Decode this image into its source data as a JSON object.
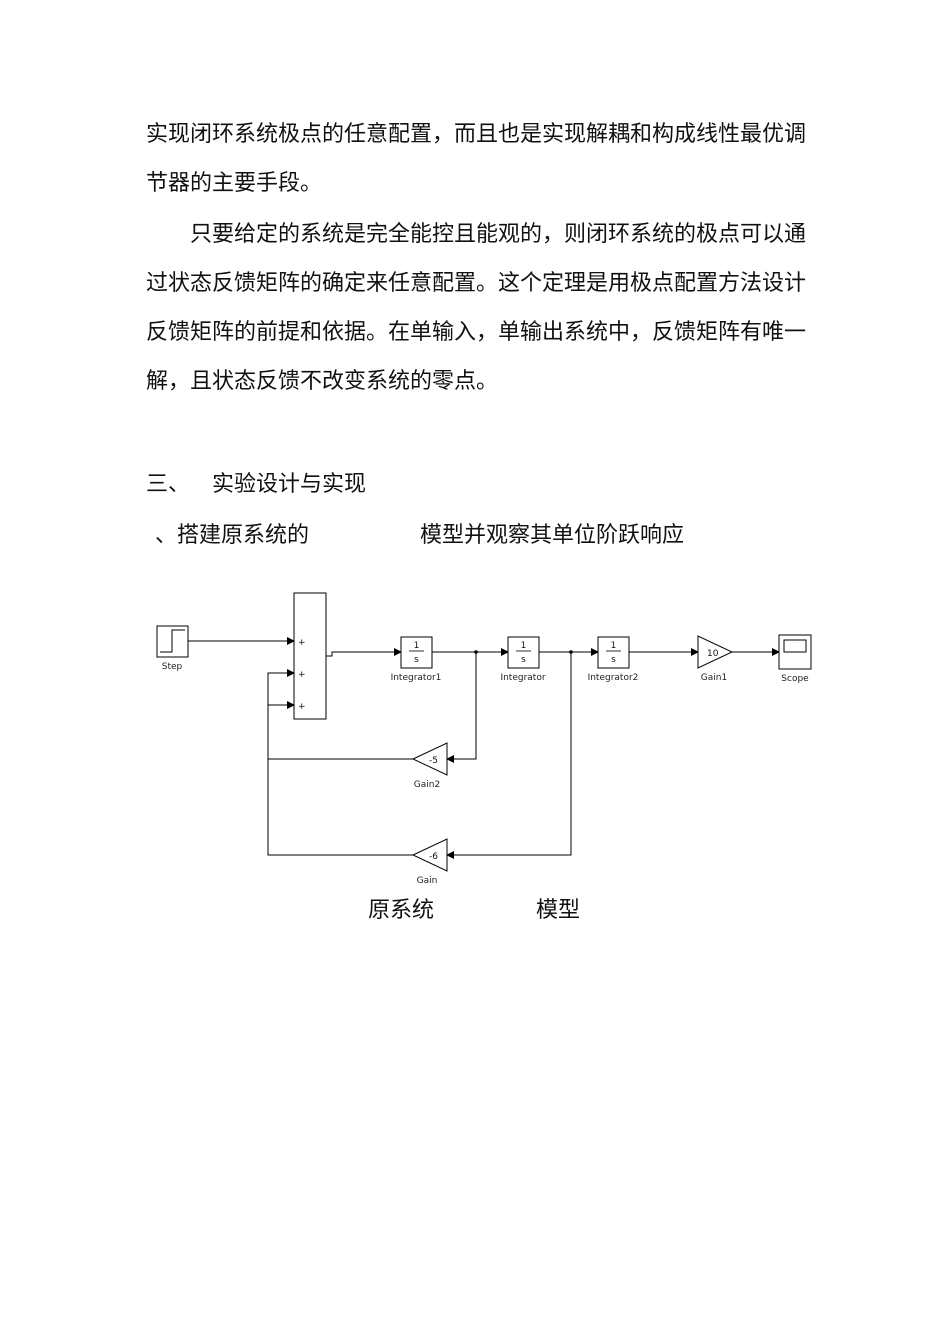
{
  "document": {
    "para1": "实现闭环系统极点的任意配置，而且也是实现解耦和构成线性最优调节器的主要手段。",
    "para2": "只要给定的系统是完全能控且能观的，则闭环系统的极点可以通过状态反馈矩阵的确定来任意配置。这个定理是用极点配置方法设计反馈矩阵的前提和依据。在单输入，单输出系统中，反馈矩阵有唯一解，且状态反馈不改变系统的零点。",
    "section_number": "三、",
    "section_title": "实验设计与实现",
    "subsection_a": "、搭建原系统的",
    "subsection_b": "模型并观察其单位阶跃响应",
    "caption_a": "原系统",
    "caption_b": "模型"
  },
  "diagram": {
    "blocks": {
      "step": "Step",
      "integrator1": "Integrator1",
      "integrator": "Integrator",
      "integrator2": "Integrator2",
      "gain1": "Gain1",
      "gain2": "Gain2",
      "gain": "Gain",
      "scope": "Scope"
    },
    "integrator_num": "1",
    "integrator_den": "s",
    "gain1_value": "10",
    "gain2_value": "-5",
    "gain_value": "-6",
    "sum_signs": [
      "+",
      "+",
      "+"
    ]
  }
}
